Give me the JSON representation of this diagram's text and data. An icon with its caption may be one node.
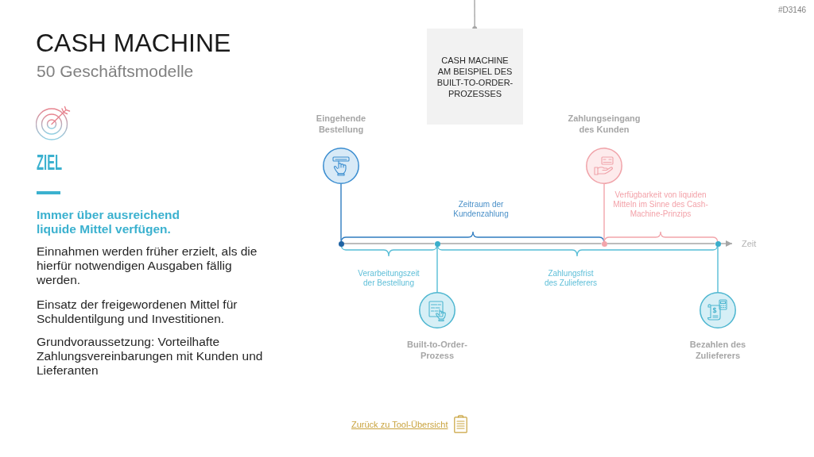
{
  "diagram": {
    "title": "CASH MACHINE",
    "nodes": [
      {
        "text": [
          "CASH MACHINE AM BEISPIEL DES BUILT-TO-ORDER-PROZESSES"
        ]
      },
      {
        "text": [
          "Eingehende Bestellung"
        ]
      },
      {
        "text": [
          "Zahlungseingang des Kunden"
        ]
      },
      {
        "text": [
          "Built-to-Order-Prozess"
        ]
      },
      {
        "text": [
          "Bezahlen des Zulieferers"
        ]
      },
      {
        "text": [],
        "shape": "circle"
      },
      {
        "text": [],
        "shape": "circle"
      },
      {
        "text": [],
        "shape": "circle"
      },
      {
        "text": [],
        "shape": "circle"
      },
      {
        "text": [
          "Zeit"
        ]
      }
    ],
    "edges": [
      {
        "from": null,
        "to": 0,
        "arrow": "other"
      },
      {
        "from": 1,
        "to": 5,
        "arrow": "none",
        "color": "#2f7cc0"
      },
      {
        "from": 2,
        "to": 7,
        "arrow": "none",
        "color": "#f2a5ab"
      },
      {
        "from": 3,
        "to": 6,
        "arrow": "none",
        "color": "#56bdd6"
      },
      {
        "from": 4,
        "to": 8,
        "arrow": "none",
        "color": "#56bdd6"
      },
      {
        "from": 5,
        "to": 6,
        "arrow": "none"
      },
      {
        "from": 6,
        "to": 7,
        "arrow": "none"
      },
      {
        "from": 7,
        "to": 8,
        "arrow": "none"
      },
      {
        "from": 8,
        "to": 9,
        "arrow": "to"
      }
    ],
    "labels": [
      "#D3146",
      "50 Geschäftsmodelle",
      "ZIEL",
      "Immer über ausreichend liquide Mittel verfügen.",
      "Einnahmen werden früher erzielt, als die hierfür notwendigen Ausgaben fällig werden.",
      "Einsatz der freigewordenen Mittel für Schuldentilgung und Investitionen.",
      "Grundvoraussetzung: Vorteilhafte Zahlungsvereinbarungen mit Kunden und Lieferanten",
      "Verfügbarkeit von liquiden Mitteln im Sinne des Cash-Machine-Prinzips",
      "Zeitraum der Kundenzahlung",
      "Verarbeitungszeit der Bestellung",
      "Zahlungsfrist des Zulieferers",
      "Zurück zu Tool-Übersicht"
    ]
  }
}
